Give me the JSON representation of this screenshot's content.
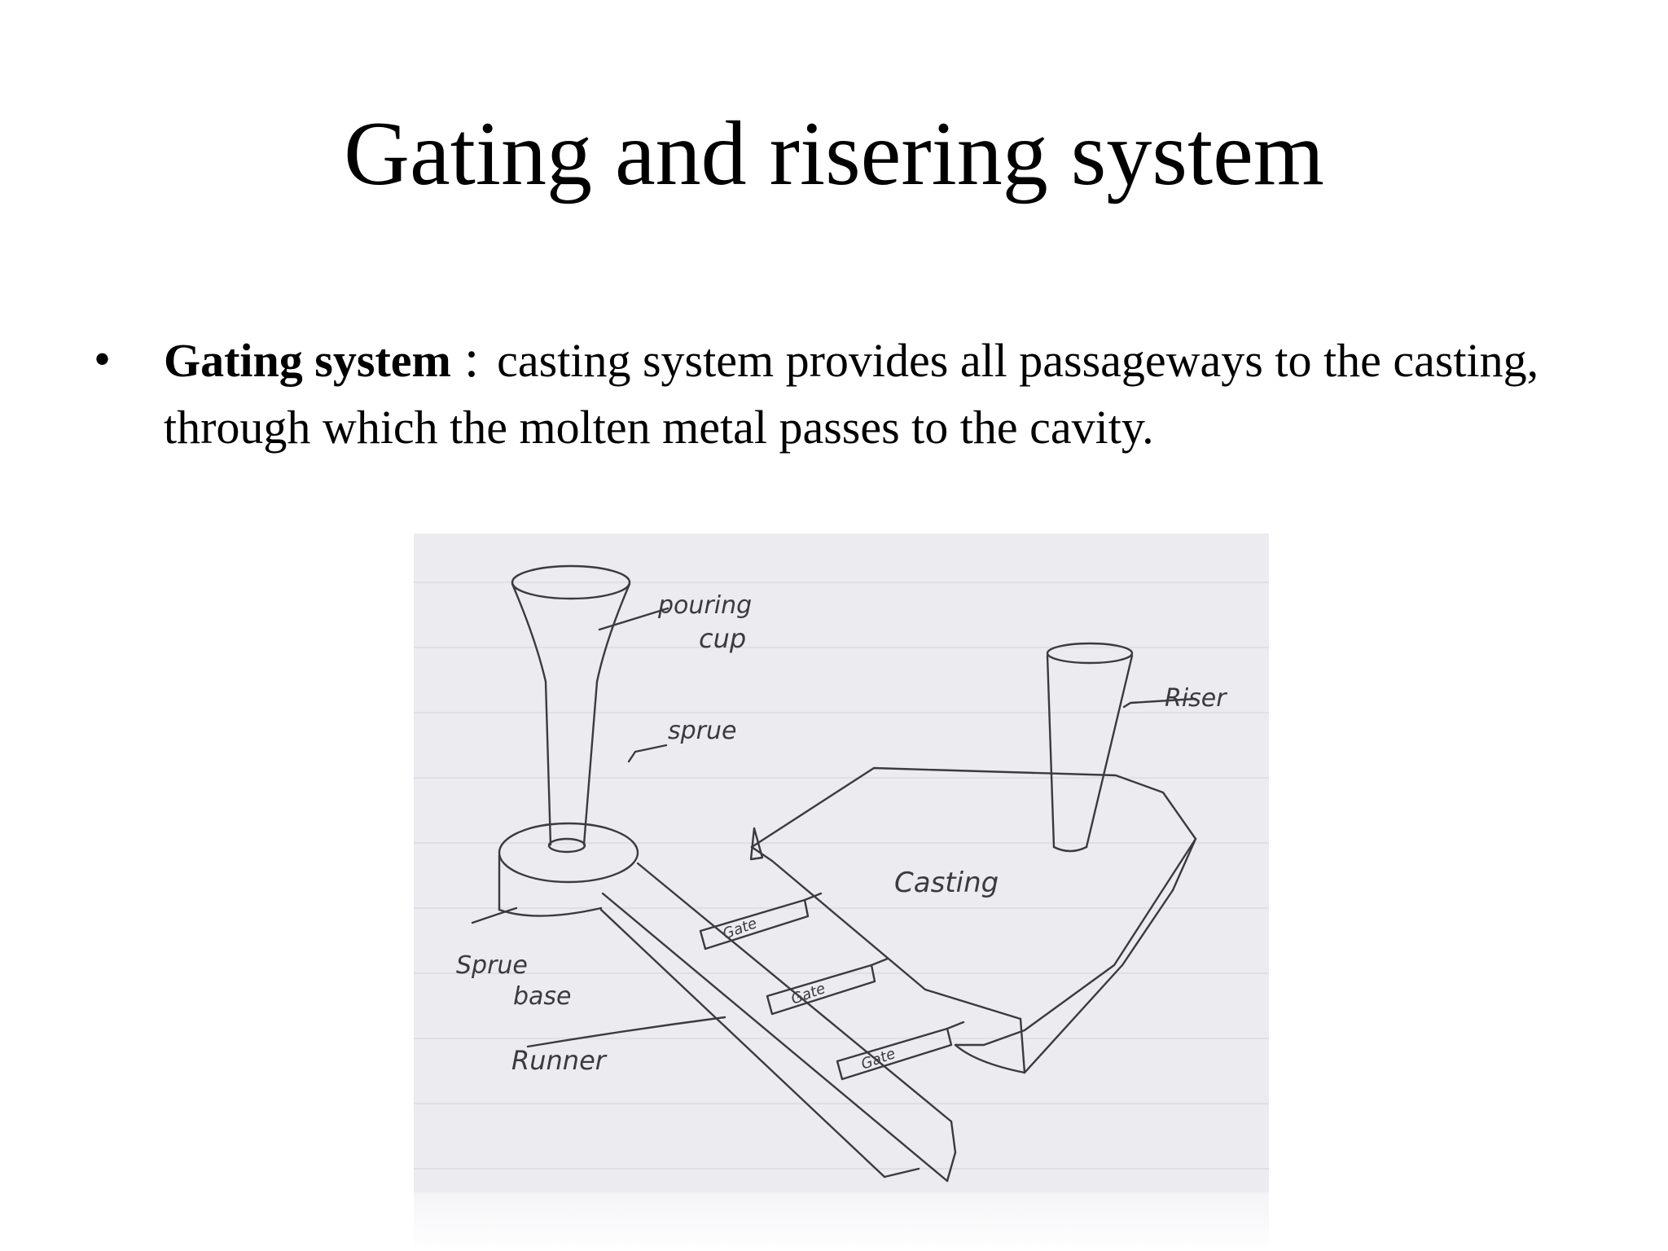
{
  "slide": {
    "title": "Gating and risering system",
    "bullet": {
      "marker": "•",
      "term": "Gating system",
      "separator": ":",
      "text": "casting system provides all passageways to the casting, through which the molten metal passes to the cavity."
    }
  },
  "figure": {
    "labels": {
      "pouring_cup_line1": "pouring",
      "pouring_cup_line2": "cup",
      "sprue": "sprue",
      "riser": "Riser",
      "casting": "Casting",
      "gate_1": "Gate",
      "gate_2": "Gate",
      "gate_3": "Gate",
      "sprue_base_line1": "Sprue",
      "sprue_base_line2": "base",
      "runner": "Runner"
    }
  }
}
